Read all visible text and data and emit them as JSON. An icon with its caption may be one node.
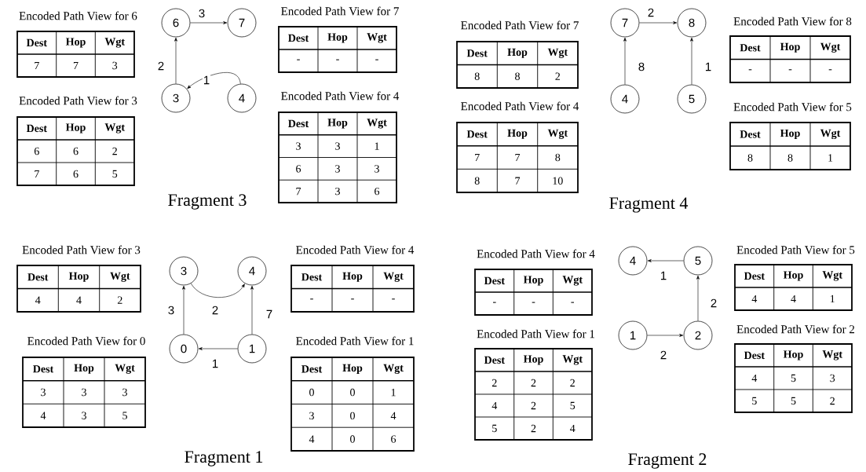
{
  "diagram": {
    "nodes": [
      {
        "text": [
          "Encoded Path View for 6",
          "Dest",
          "Hop",
          "Wgt",
          "7",
          "7",
          "3"
        ]
      },
      {
        "text": [
          "Encoded Path View for 3",
          "Dest",
          "Hop",
          "Wgt",
          "6",
          "6",
          "2",
          "7",
          "6",
          "5"
        ]
      },
      {
        "text": [
          "6"
        ]
      },
      {
        "text": [
          "7"
        ]
      },
      {
        "text": [
          "3"
        ]
      },
      {
        "text": [
          "4"
        ]
      },
      {
        "text": [
          "Encoded Path View for 7",
          "Dest",
          "Hop",
          "Wgt",
          "-",
          "-",
          "-"
        ]
      },
      {
        "text": [
          "Encoded Path View for 4",
          "Dest",
          "Hop",
          "Wgt",
          "3",
          "3",
          "1",
          "6",
          "3",
          "3",
          "7",
          "3",
          "6"
        ]
      },
      {
        "text": [
          "Encoded Path View for 7",
          "Dest",
          "Hop",
          "Wgt",
          "8",
          "8",
          "2"
        ]
      },
      {
        "text": [
          "Encoded Path View for 4",
          "Dest",
          "Hop",
          "Wgt",
          "7",
          "7",
          "8",
          "8",
          "7",
          "10"
        ]
      },
      {
        "text": [
          "7"
        ]
      },
      {
        "text": [
          "8"
        ]
      },
      {
        "text": [
          "4"
        ]
      },
      {
        "text": [
          "5"
        ]
      },
      {
        "text": [
          "Encoded Path View for 8",
          "Dest",
          "Hop",
          "Wgt",
          "-",
          "-",
          "-"
        ]
      },
      {
        "text": [
          "Encoded Path View for 5",
          "Dest",
          "Hop",
          "Wgt",
          "8",
          "8",
          "1"
        ]
      },
      {
        "text": [
          "Encoded Path View for 3",
          "Dest",
          "Hop",
          "Wgt",
          "4",
          "4",
          "2"
        ]
      },
      {
        "text": [
          "Encoded Path View for 0",
          "Dest",
          "Hop",
          "Wgt",
          "3",
          "3",
          "3",
          "4",
          "3",
          "5"
        ]
      },
      {
        "text": [
          "3"
        ]
      },
      {
        "text": [
          "4"
        ]
      },
      {
        "text": [
          "0"
        ]
      },
      {
        "text": [
          "1"
        ]
      },
      {
        "text": [
          "Encoded Path View for 4",
          "Dest",
          "Hop",
          "Wgt",
          "-",
          "-",
          "-"
        ]
      },
      {
        "text": [
          "Encoded Path View for 1",
          "Dest",
          "Hop",
          "Wgt",
          "0",
          "0",
          "1",
          "3",
          "0",
          "4",
          "4",
          "0",
          "6"
        ]
      },
      {
        "text": [
          "Encoded Path View for 4",
          "Dest",
          "Hop",
          "Wgt",
          "-",
          "-",
          "-"
        ]
      },
      {
        "text": [
          "Encoded Path View for 1",
          "Dest",
          "Hop",
          "Wgt",
          "2",
          "2",
          "2",
          "4",
          "2",
          "5",
          "5",
          "2",
          "4"
        ]
      },
      {
        "text": [
          "4"
        ]
      },
      {
        "text": [
          "5"
        ]
      },
      {
        "text": [
          "1"
        ]
      },
      {
        "text": [
          "2"
        ]
      },
      {
        "text": [
          "Encoded Path View for 5",
          "Dest",
          "Hop",
          "Wgt",
          "4",
          "4",
          "1"
        ]
      },
      {
        "text": [
          "Encoded Path View for 2",
          "Dest",
          "Hop",
          "Wgt",
          "4",
          "5",
          "3",
          "5",
          "5",
          "2"
        ]
      }
    ],
    "edges": [
      {
        "from": 2,
        "to": 3,
        "arrow": "to",
        "label": "3"
      },
      {
        "from": 4,
        "to": 2,
        "arrow": "to",
        "label": "2"
      },
      {
        "from": 5,
        "to": 4,
        "arrow": "to",
        "label": "1"
      },
      {
        "from": 10,
        "to": 11,
        "arrow": "to",
        "label": "2"
      },
      {
        "from": 12,
        "to": 10,
        "arrow": "to",
        "label": "8"
      },
      {
        "from": 13,
        "to": 11,
        "arrow": "to",
        "label": "1"
      },
      {
        "from": 20,
        "to": 18,
        "arrow": "to",
        "label": "3"
      },
      {
        "from": 18,
        "to": 19,
        "arrow": "to",
        "label": "2"
      },
      {
        "from": 21,
        "to": 19,
        "arrow": "to",
        "label": "7"
      },
      {
        "from": 21,
        "to": 20,
        "arrow": "to",
        "label": "1"
      },
      {
        "from": 27,
        "to": 26,
        "arrow": "to",
        "label": "1"
      },
      {
        "from": 29,
        "to": 27,
        "arrow": "to",
        "label": "2"
      },
      {
        "from": 28,
        "to": 29,
        "arrow": "to",
        "label": "2"
      }
    ],
    "labels": [
      "Fragment 3",
      "Fragment 4",
      "Fragment 1",
      "Fragment 2"
    ]
  }
}
